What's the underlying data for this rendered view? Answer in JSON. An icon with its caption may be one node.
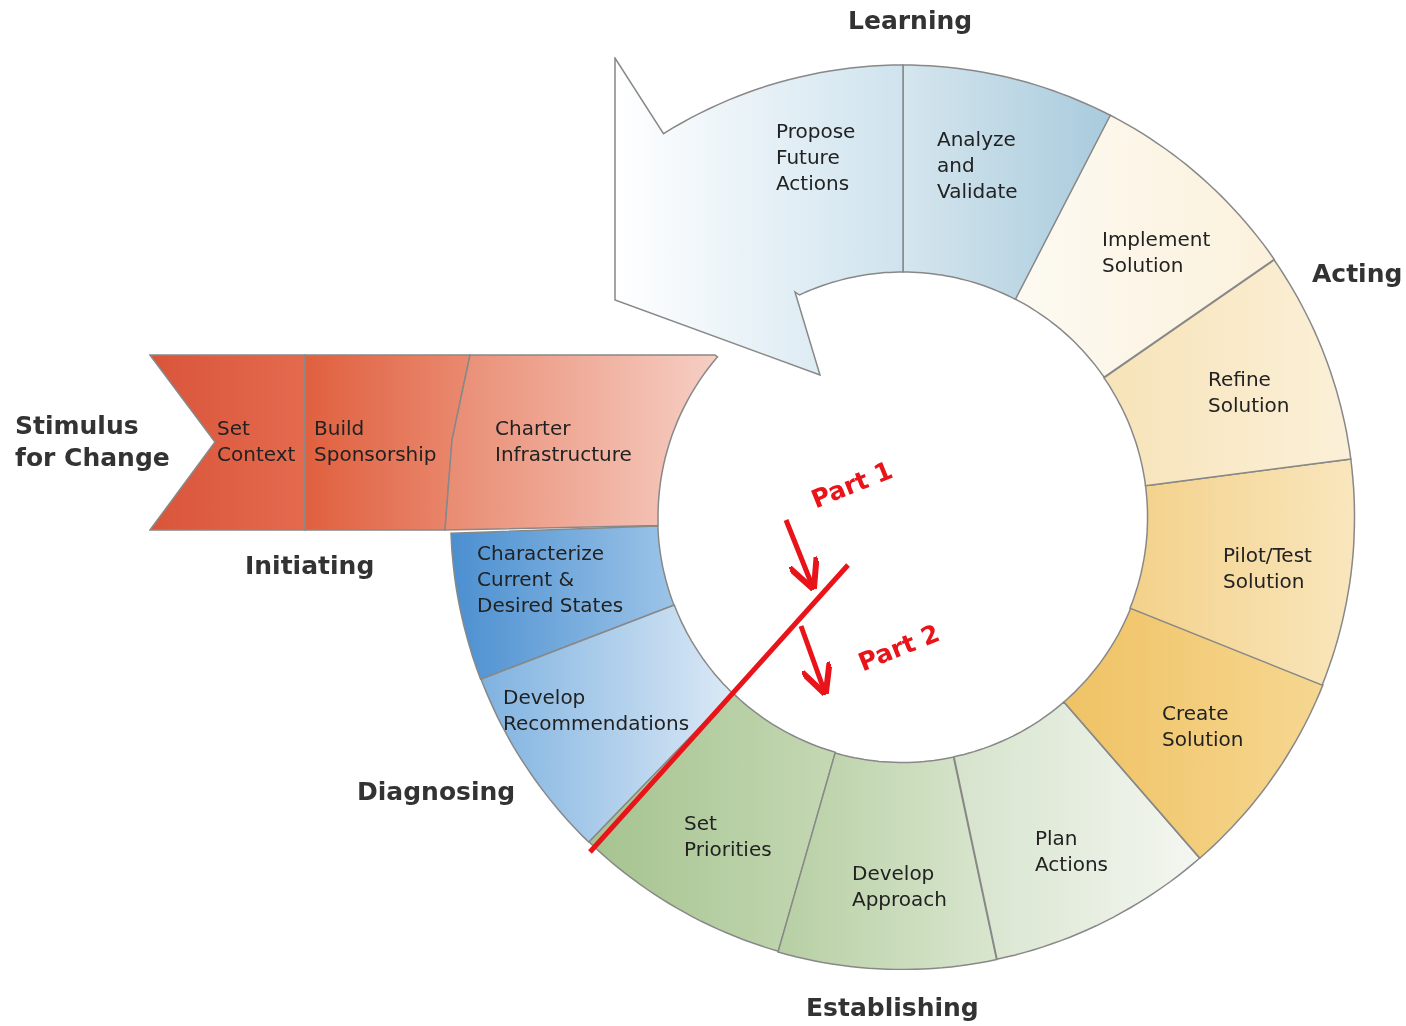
{
  "diagram": {
    "nodes": [
      {
        "text": [
          "Set Context"
        ]
      },
      {
        "text": [
          "Build Sponsorship"
        ]
      },
      {
        "text": [
          "Charter Infrastructure"
        ]
      },
      {
        "text": [
          "Characterize Current & Desired States"
        ]
      },
      {
        "text": [
          "Develop Recommendations"
        ]
      },
      {
        "text": [
          "Set Priorities"
        ]
      },
      {
        "text": [
          "Develop Approach"
        ]
      },
      {
        "text": [
          "Plan Actions"
        ]
      },
      {
        "text": [
          "Create Solution"
        ]
      },
      {
        "text": [
          "Pilot/Test Solution"
        ]
      },
      {
        "text": [
          "Refine Solution"
        ]
      },
      {
        "text": [
          "Implement Solution"
        ]
      },
      {
        "text": [
          "Analyze and Validate"
        ]
      },
      {
        "text": [
          "Propose Future Actions"
        ]
      }
    ],
    "labels": [
      "Learning",
      "Acting",
      "Stimulus for Change",
      "Part 1",
      "Initiating",
      "Part 2",
      "Diagnosing",
      "Establishing"
    ]
  }
}
